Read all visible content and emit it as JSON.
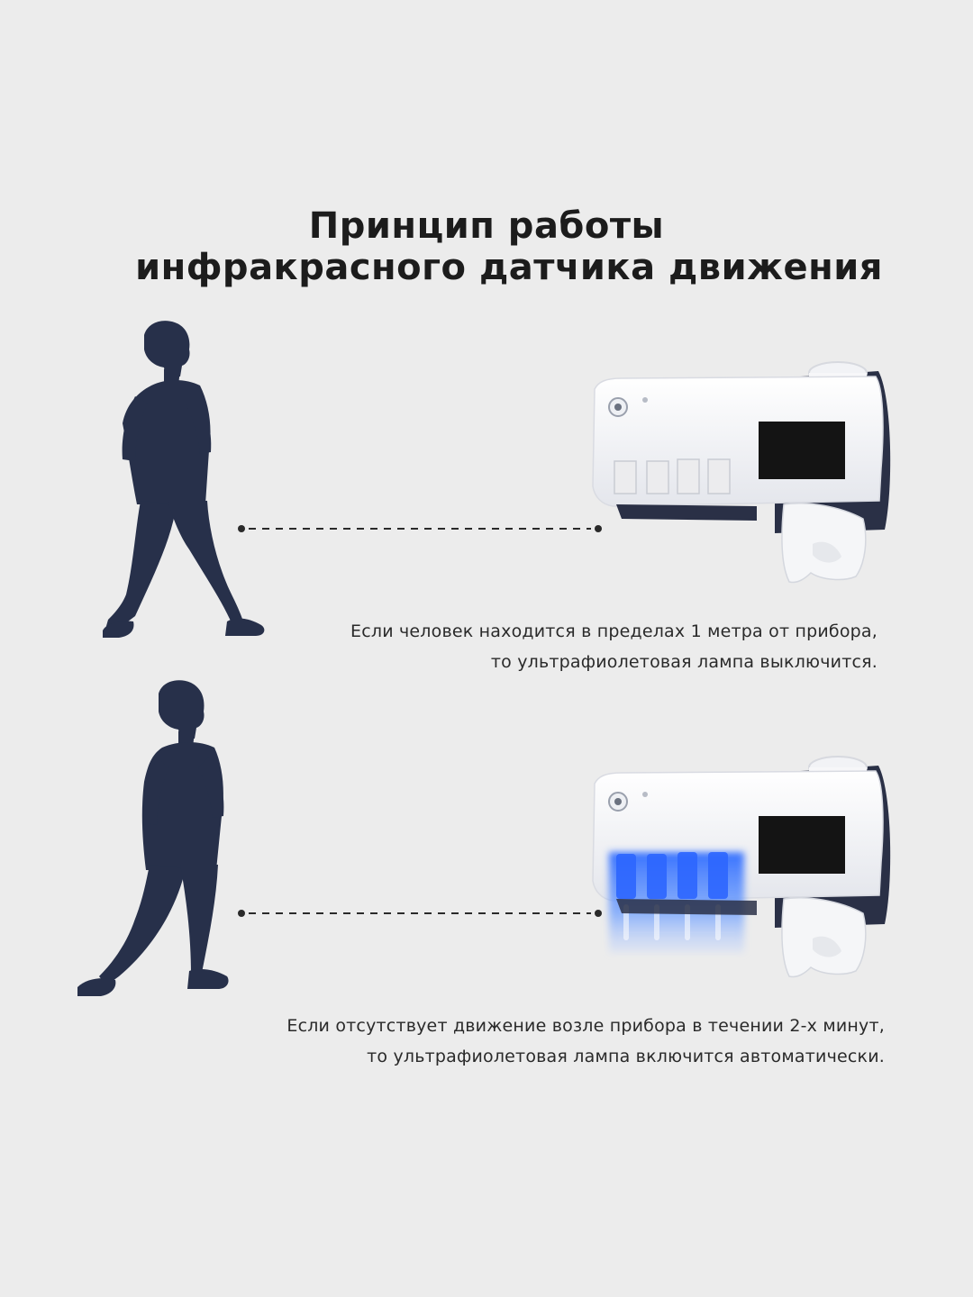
{
  "title": {
    "line1": "Принцип работы",
    "line2": "инфракрасного датчика движения"
  },
  "scenes": [
    {
      "caption": [
        "Если человек находится в пределах 1 метра от прибора,",
        "то ультрафиолетовая лампа выключится."
      ],
      "uv_lamp": "off"
    },
    {
      "caption": [
        "Если отсутствует движение возле прибора в течении 2-х минут,",
        "то ультрафиолетовая лампа включится автоматически."
      ],
      "uv_lamp": "on"
    }
  ],
  "colors": {
    "background": "#ececec",
    "silhouette": "#27304a",
    "device_body": "#f7f7f9",
    "device_back": "#2a3046",
    "screen": "#141414",
    "uv_glow": "#3f7bff"
  }
}
